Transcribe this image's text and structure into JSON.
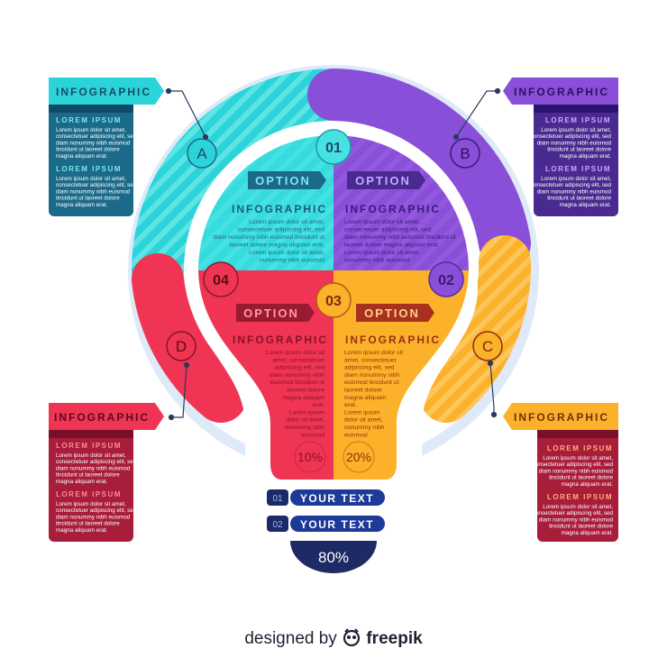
{
  "colors": {
    "teal": "#2ad4d8",
    "purple": "#8a4fd8",
    "yellow": "#fbb12a",
    "red": "#ef3553",
    "navy": "#1d2a66",
    "ring": "#dfeaf9",
    "dark_red": "#a81d3a"
  },
  "corner_labels": {
    "a": {
      "title": "INFOGRAPHIC",
      "letter": "A"
    },
    "b": {
      "title": "INFOGRAPHIC",
      "letter": "B"
    },
    "c": {
      "title": "INFOGRAPHIC",
      "letter": "C"
    },
    "d": {
      "title": "INFOGRAPHIC",
      "letter": "D"
    }
  },
  "cards": {
    "a": {
      "heading1": "LOREM IPSUM",
      "body1": [
        "Lorem ipsum dolor sit amet,",
        "consectetuer adipiscing elit, sed",
        "diam nonummy nibh euismod",
        "tincidunt ut laoreet dolore",
        "magna aliquam erat."
      ],
      "heading2": "LOREM IPSUM",
      "body2": [
        "Lorem ipsum dolor sit amet,",
        "consectetuer adipiscing elit, sed",
        "diam nonummy nibh euismod",
        "tincidunt ut laoreet dolore",
        "magna aliquam erat."
      ]
    },
    "b": {
      "heading1": "LOREM IPSUM",
      "body1": [
        "Lorem ipsum dolor sit amet,",
        "consectetuer adipiscing elit, sed",
        "diam nonummy nibh euismod",
        "tincidunt ut laoreet dolore",
        "magna aliquam erat."
      ],
      "heading2": "LOREM IPSUM",
      "body2": [
        "Lorem ipsum dolor sit amet,",
        "consectetuer adipiscing elit, sed",
        "diam nonummy nibh euismod",
        "tincidunt ut laoreet dolore",
        "magna aliquam erat."
      ]
    },
    "c": {
      "heading1": "LOREM IPSUM",
      "body1": [
        "Lorem ipsum dolor sit amet,",
        "consectetuer adipiscing elit, sed",
        "diam nonummy nibh euismod",
        "tincidunt ut laoreet dolore",
        "magna aliquam erat."
      ],
      "heading2": "LOREM IPSUM",
      "body2": [
        "Lorem ipsum dolor sit amet,",
        "consectetuer adipiscing elit, sed",
        "diam nonummy nibh euismod",
        "tincidunt ut laoreet dolore",
        "magna aliquam erat."
      ]
    },
    "d": {
      "heading1": "LOREM IPSUM",
      "body1": [
        "Lorem ipsum dolor sit amet,",
        "consectetuer adipiscing elit, sed",
        "diam nonummy nibh euismod",
        "tincidunt ut laoreet dolore",
        "magna aliquam erat."
      ],
      "heading2": "LOREM IPSUM",
      "body2": [
        "Lorem ipsum dolor sit amet,",
        "consectetuer adipiscing elit, sed",
        "diam nonummy nibh euismod",
        "tincidunt ut laoreet dolore",
        "magna aliquam erat."
      ]
    }
  },
  "bulb": {
    "q1": {
      "number": "01",
      "option": "OPTION",
      "title": "INFOGRAPHIC",
      "body": [
        "Lorem ipsum dolor sit amet,",
        "consectetuer adipiscing elit, sed",
        "diam nonummy nibh euismod tincidunt ut",
        "laoreet dolore magna aliquam erat.",
        "Lorem ipsum dolor sit amet,",
        "nonummy nibh euismod"
      ]
    },
    "q2": {
      "number": "02",
      "option": "OPTION",
      "title": "INFOGRAPHIC",
      "body": [
        "Lorem ipsum dolor sit amet,",
        "consectetuer adipiscing elit, sed",
        "diam nonummy nibh euismod tincidunt ut",
        "laoreet dolore magna aliquam erat.",
        "Lorem ipsum dolor sit amet,",
        "nonummy nibh euismod"
      ]
    },
    "q3": {
      "number": "03",
      "option": "OPTION",
      "title": "INFOGRAPHIC",
      "body": [
        "Lorem ipsum dolor sit",
        "amet, consectetuer",
        "adipiscing elit, sed",
        "diam nonummy nibh",
        "euismod tincidunt ut",
        "laoreet dolore",
        "magna aliquam",
        "erat.",
        "Lorem ipsum",
        "dolor sit amet,",
        "nonummy nibh",
        "euismod"
      ]
    },
    "q4": {
      "number": "04",
      "option": "OPTION",
      "title": "INFOGRAPHIC",
      "body": [
        "Lorem ipsum dolor sit",
        "amet, consectetuer",
        "adipiscing elit, sed",
        "diam nonummy nibh",
        "euismod tincidunt ut",
        "laoreet dolore",
        "magna aliquam",
        "erat.",
        "Lorem ipsum",
        "dolor sit amet,",
        "nonummy nibh",
        "euismod"
      ]
    },
    "pct_left": "10%",
    "pct_right": "20%",
    "pct_base": "80%"
  },
  "bars": [
    {
      "number": "01",
      "text": "YOUR TEXT"
    },
    {
      "number": "02",
      "text": "YOUR TEXT"
    }
  ],
  "credit": {
    "prefix": "designed by",
    "brand": "freepik"
  }
}
